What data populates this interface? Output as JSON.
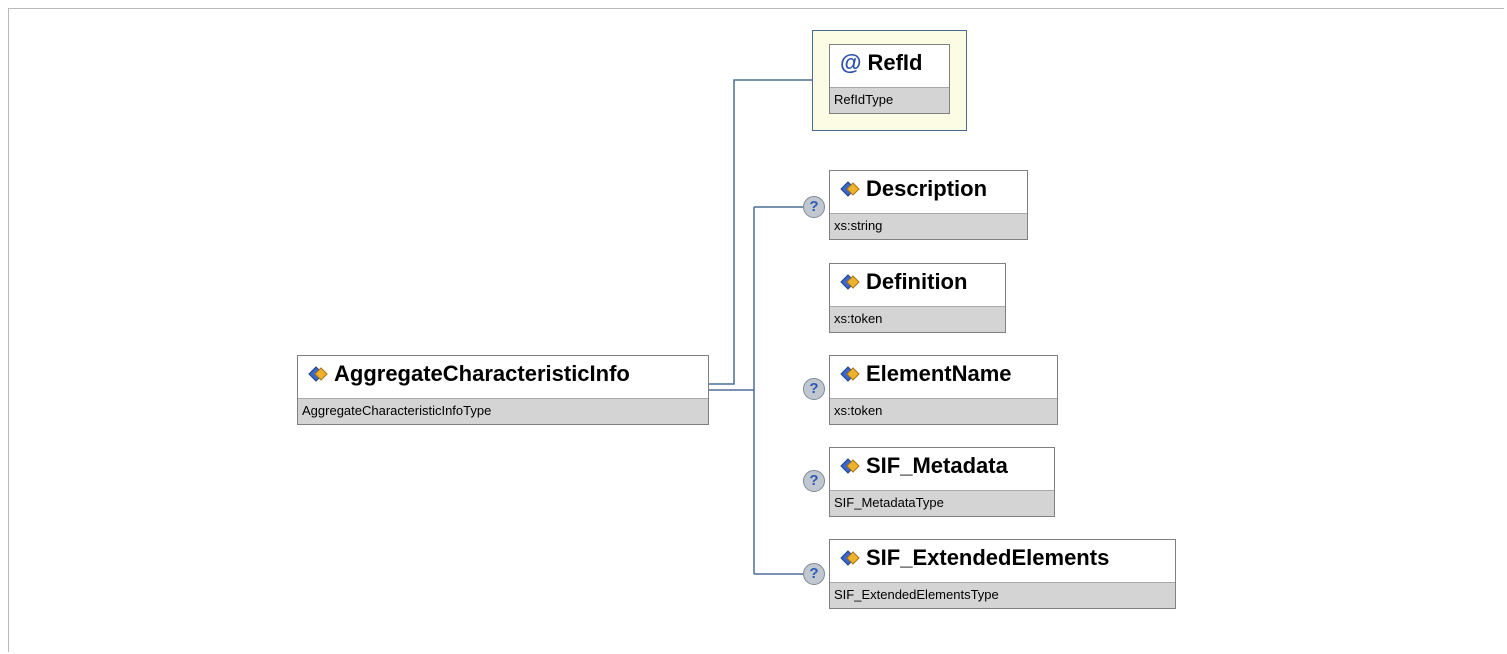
{
  "root": {
    "name": "AggregateCharacteristicInfo",
    "type": "AggregateCharacteristicInfoType",
    "icon": "element-icon"
  },
  "attribute": {
    "name": "RefId",
    "type": "RefIdType",
    "icon": "at-icon",
    "symbol": "@"
  },
  "children": [
    {
      "name": "Description",
      "type": "xs:string",
      "optional": true
    },
    {
      "name": "Definition",
      "type": "xs:token",
      "optional": false
    },
    {
      "name": "ElementName",
      "type": "xs:token",
      "optional": true
    },
    {
      "name": "SIF_Metadata",
      "type": "SIF_MetadataType",
      "optional": true
    },
    {
      "name": "SIF_ExtendedElements",
      "type": "SIF_ExtendedElementsType",
      "optional": true
    }
  ],
  "optional_marker": "?",
  "colors": {
    "connector": "#4d6f99",
    "type_bar": "#d4d4d4",
    "attr_bg": "#fcfbe3"
  }
}
